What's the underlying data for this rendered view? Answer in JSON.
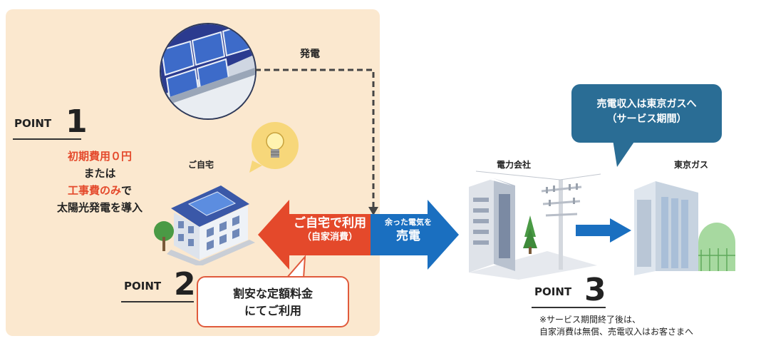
{
  "labels": {
    "generation": "発電",
    "home": "ご自宅",
    "power_company": "電力会社",
    "tokyo_gas": "東京ガス"
  },
  "point1": {
    "label": "POINT",
    "number": "1",
    "line1": "初期費用０円",
    "line2": "または",
    "line3_red": "工事費のみ",
    "line3_rest": "で",
    "line4": "太陽光発電を導入"
  },
  "point2": {
    "label": "POINT",
    "number": "2",
    "bubble_line1": "割安な定額料金",
    "bubble_line2": "にてご利用"
  },
  "point3": {
    "label": "POINT",
    "number": "3",
    "note_line1": "※サービス期間終了後は、",
    "note_line2": "自家消費は無償、売電収入はお客さまへ"
  },
  "arrow_left": {
    "line1": "ご自宅で利用",
    "line2": "（自家消費）"
  },
  "arrow_right": {
    "line1": "余った電気を",
    "line2": "売電"
  },
  "callout": {
    "line1": "売電収入は東京ガスへ",
    "line2": "（サービス期間）"
  },
  "colors": {
    "panel": "#fbe8cf",
    "red_accent": "#e4492b",
    "blue_arrow": "#1a6fc0",
    "callout_blue": "#2a6d95"
  }
}
